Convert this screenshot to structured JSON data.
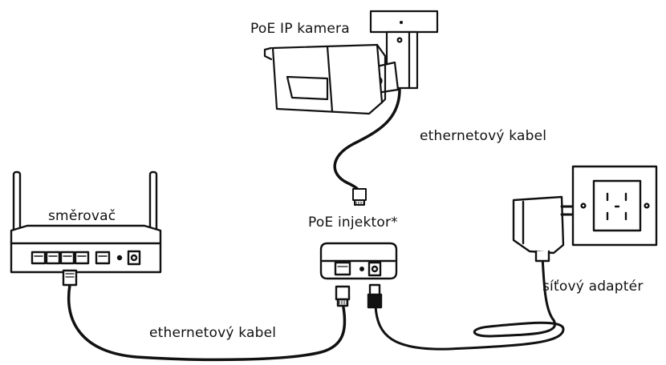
{
  "labels": {
    "camera": "PoE IP kamera",
    "ethernet_cable_top": "ethernetový kabel",
    "router": "směrovač",
    "injector": "PoE injektor*",
    "power_adapter": "síťový adaptér",
    "ethernet_cable_bottom": "ethernetový kabel"
  },
  "colors": {
    "line": "#111111",
    "fill": "#ffffff",
    "cable": "#111111"
  },
  "icons": [
    "camera-icon",
    "router-icon",
    "poe-injector-icon",
    "power-adapter-icon",
    "wall-outlet-icon",
    "rj45-connector-icon",
    "dc-plug-icon"
  ]
}
